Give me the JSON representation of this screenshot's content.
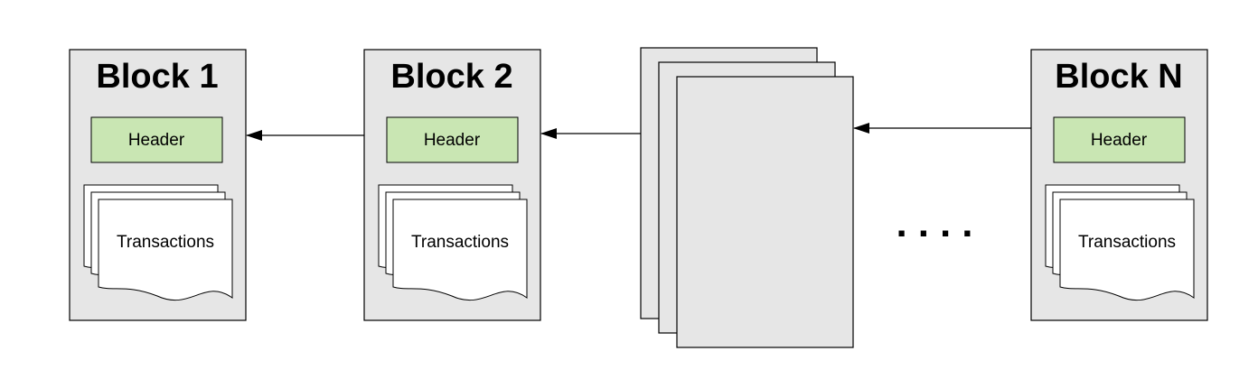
{
  "colors": {
    "block_fill": "#e6e6e6",
    "header_fill": "#c9e6b3",
    "stroke": "#000000",
    "doc_fill": "#ffffff"
  },
  "blocks": [
    {
      "title": "Block 1",
      "header": "Header",
      "transactions": "Transactions"
    },
    {
      "title": "Block 2",
      "header": "Header",
      "transactions": "Transactions"
    },
    {
      "title": "Block N",
      "header": "Header",
      "transactions": "Transactions"
    }
  ],
  "ellipsis": "...."
}
